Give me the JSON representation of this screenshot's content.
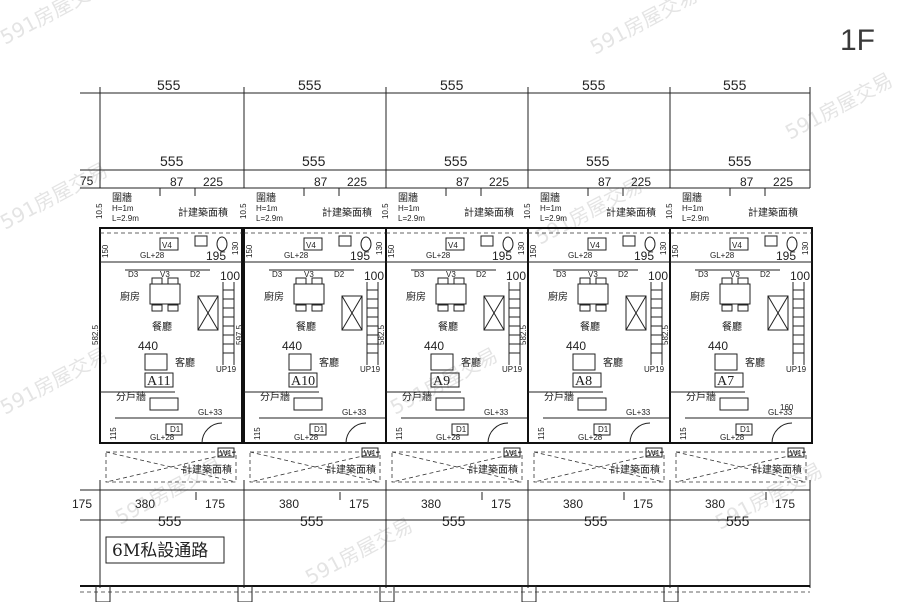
{
  "floor_label": "1F",
  "watermark": "591房屋交易",
  "road_label": "6M私設通路",
  "dims": {
    "top_unit_width": "555",
    "mid_unit_width": "555",
    "bottom_unit_width": "555",
    "seg_87": "87",
    "seg_225": "225",
    "seg_380": "380",
    "seg_175": "175",
    "left_cut_75": "75",
    "wall_105": "10.5"
  },
  "labels": {
    "fence": "圍牆",
    "h_height": "H=1m",
    "l_length": "L=2.9m",
    "area_calc": "計建築面積",
    "kitchen": "廚房",
    "dining": "餐廳",
    "living": "客廳",
    "party_wall": "分戶牆",
    "up": "UP19",
    "d1": "D1",
    "d2": "D2",
    "d3": "D3",
    "v3": "V3",
    "v4": "V4",
    "w1": "W1",
    "dim_440": "440",
    "dim_100": "100",
    "dim_130": "130",
    "dim_150": "150",
    "dim_195": "195",
    "dim_115": "115",
    "dim_160": "160",
    "gl28": "GL+28",
    "gl33": "GL+33"
  },
  "units": [
    {
      "name": "A11",
      "depth": "582.5"
    },
    {
      "name": "A10",
      "depth": "597.5"
    },
    {
      "name": "A9",
      "depth": "582.5"
    },
    {
      "name": "A8",
      "depth": "582.5"
    },
    {
      "name": "A7",
      "depth": "582.5"
    }
  ]
}
